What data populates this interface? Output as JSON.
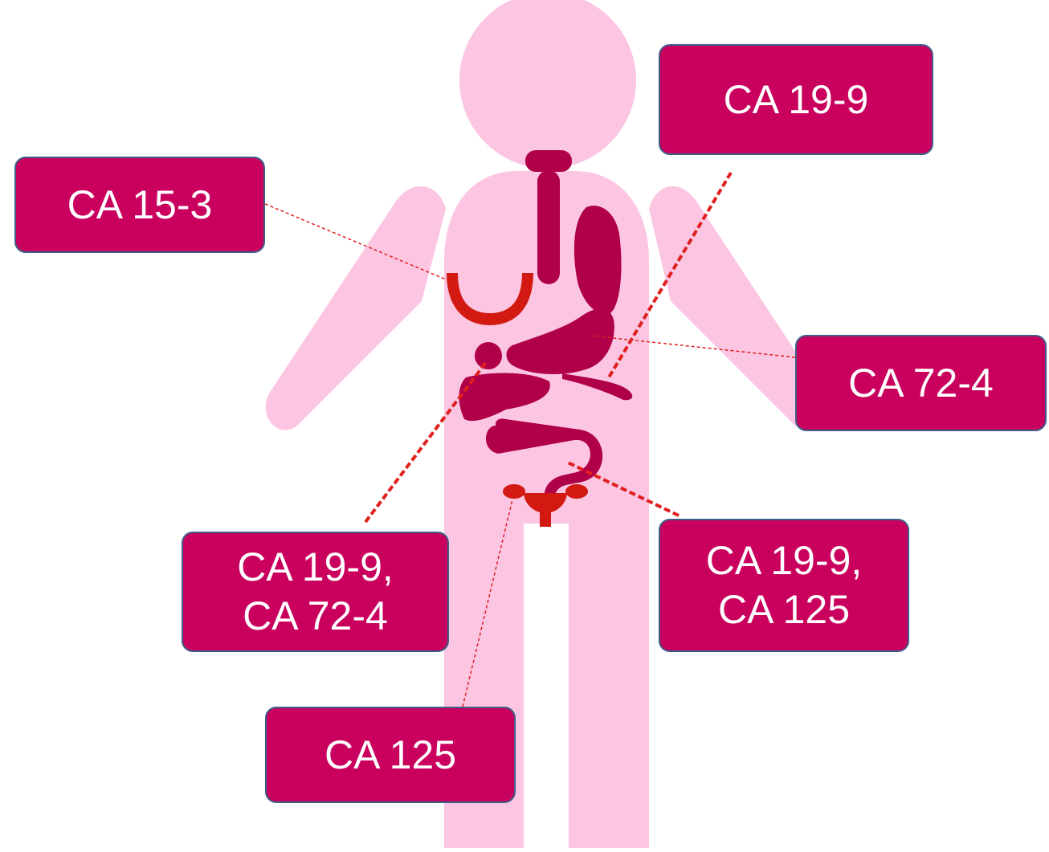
{
  "colors": {
    "background": "#ffffff",
    "body_silhouette": "#fcc6e3",
    "organs": "#b0004a",
    "reproductive_and_breast": "#d21a12",
    "label_fill": "#c9005e",
    "label_border": "#3f5e86",
    "label_text": "#ffffff",
    "leader_lines": "#e0201e"
  },
  "labels": {
    "breast": "CA 15-3",
    "pancreas": "CA 19-9",
    "stomach": "CA 72-4",
    "colon_liver": "CA 19-9,\nCA 72-4",
    "bowel_ovary": "CA 19-9,\nCA 125",
    "uterus_ovary": "CA 125"
  }
}
